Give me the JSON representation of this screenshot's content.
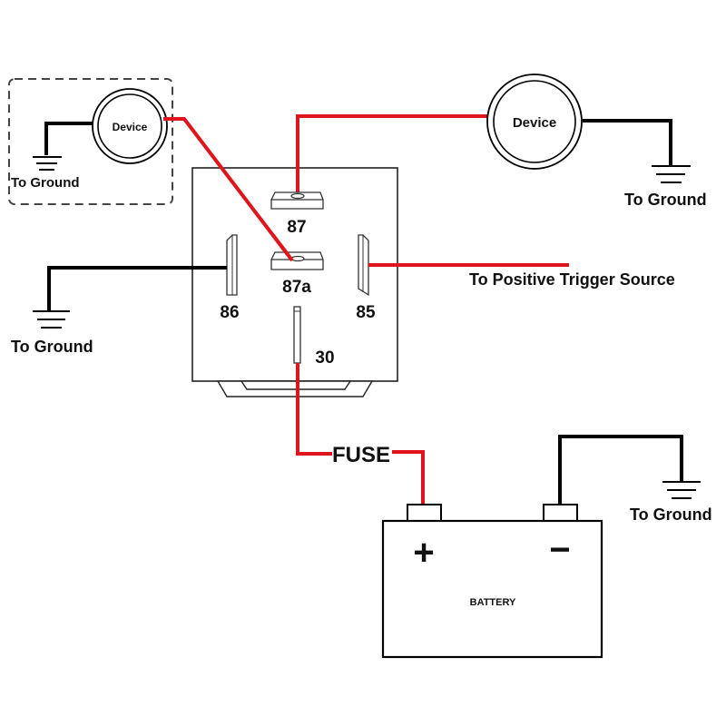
{
  "diagram": {
    "type": "5-pin automotive relay wiring",
    "colors": {
      "positive_wire": "#e0141b",
      "ground_wire": "#000000",
      "outline": "#000000"
    },
    "relay": {
      "pins": {
        "p87": "87",
        "p87a": "87a",
        "p86": "86",
        "p85": "85",
        "p30": "30"
      }
    },
    "device_nc": {
      "label": "Device",
      "ground_label": "To Ground",
      "boxed": true
    },
    "device_no": {
      "label": "Device",
      "ground_label": "To Ground"
    },
    "coil_ground": {
      "label": "To Ground"
    },
    "trigger": {
      "label": "To Positive Trigger Source"
    },
    "fuse": {
      "label": "FUSE"
    },
    "battery": {
      "label": "BATTERY",
      "positive": "+",
      "negative": "−",
      "ground_label": "To Ground"
    }
  }
}
